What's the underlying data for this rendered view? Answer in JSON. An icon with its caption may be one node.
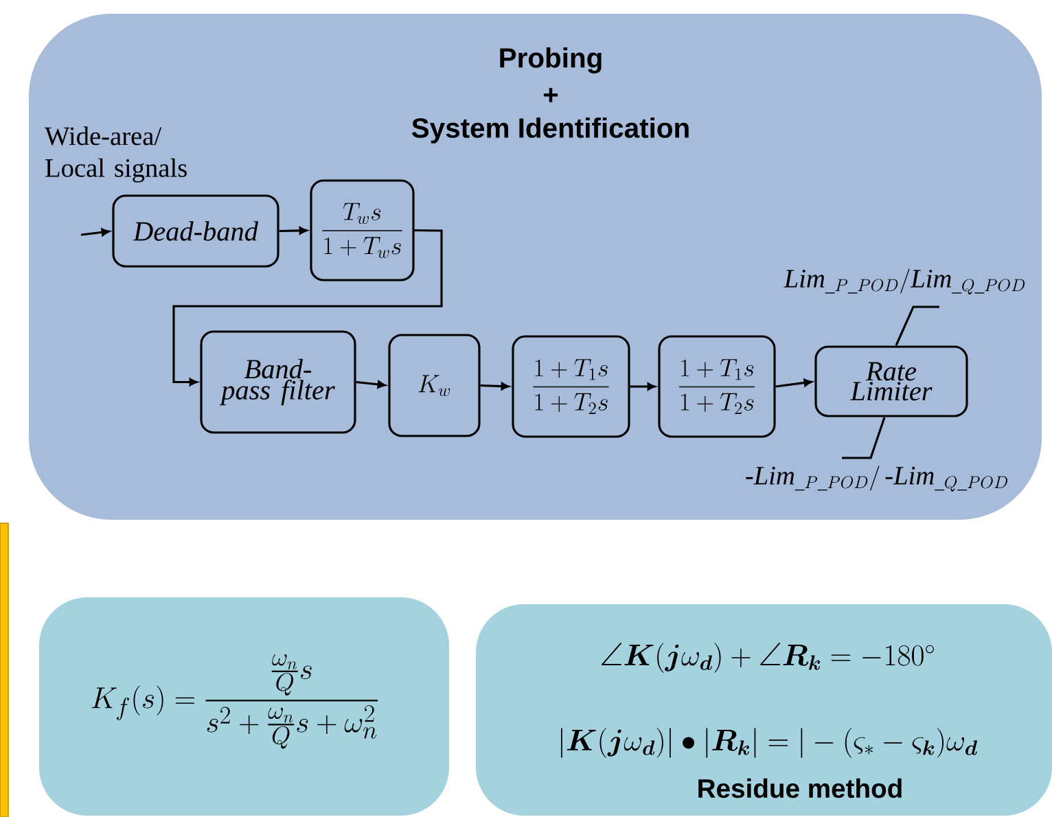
{
  "diagram": {
    "nodes": [
      {
        "text": [
          "Probing",
          "+",
          "System Identification"
        ]
      },
      {
        "text": [
          "Dead-band"
        ],
        "in": 0
      },
      {
        "text": [
          "\\frac{T_{w}s}{1+T_{w}s}"
        ],
        "in": 0
      },
      {
        "text": [
          "Band-pass filter"
        ],
        "in": 0
      },
      {
        "text": [
          "K_{w}"
        ],
        "in": 0
      },
      {
        "text": [
          "\\frac{1+T_{1}s}{1+T_{2}s}"
        ],
        "in": 0
      },
      {
        "text": [
          "\\frac{1+T_{1}s}{1+T_{2}s}"
        ],
        "in": 0
      },
      {
        "text": [
          "Rate Limiter"
        ],
        "in": 0
      },
      {
        "text": [
          "K_{f}(s)=\\frac{\\frac{\\omega_{n}}{Q}s}{s^{2}+\\frac{\\omega_{n}}{Q}s+\\omega_{n}^{2}}"
        ]
      },
      {
        "text": [
          "\\angle\\bm{K}(\\bm{j}\\omega_{\\bm{d}})+\\angle\\bm{R}_{\\bm{k}}=-180^{\\circ}",
          "|\\bm{K}(\\bm{j}\\omega_{\\bm{d}})|\\bullet|\\bm{R}_{\\bm{k}}|=|-(\\varsigma_{*}-\\varsigma_{\\bm{k}})\\omega_{\\bm{d}}",
          "Residue method"
        ]
      }
    ],
    "edges": [
      {
        "from": null,
        "to": 1,
        "arrow": "to"
      },
      {
        "from": 1,
        "to": 2,
        "arrow": "to"
      },
      {
        "from": 2,
        "to": 3,
        "arrow": "to"
      },
      {
        "from": 3,
        "to": 4,
        "arrow": "to"
      },
      {
        "from": 4,
        "to": 5,
        "arrow": "to"
      },
      {
        "from": 5,
        "to": 6,
        "arrow": "to"
      },
      {
        "from": 6,
        "to": 7,
        "arrow": "to"
      }
    ],
    "labels": [
      "Wide-area/ Local signals",
      "\\mathit{Lim}_{\\_P\\_POD}/\\mathit{Lim}_{\\_Q\\_POD}",
      "\\text{-}\\mathit{Lim}_{\\_P\\_POD}/\\,\\text{-}\\mathit{Lim}_{\\_Q\\_POD}"
    ]
  }
}
